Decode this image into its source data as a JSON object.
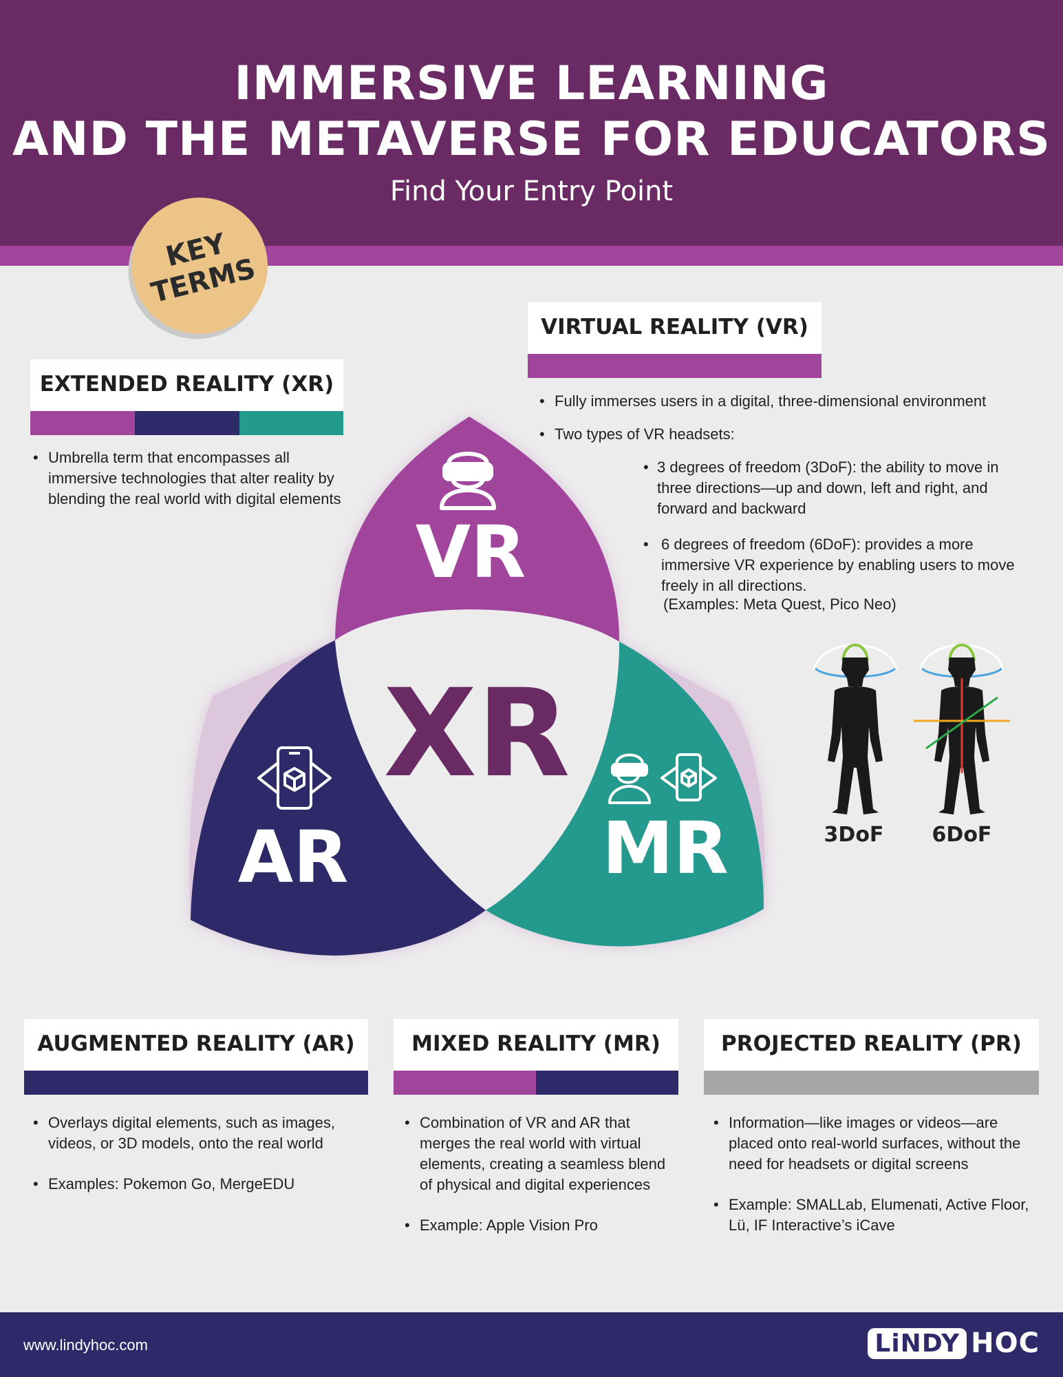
{
  "header": {
    "title_line1": "IMMERSIVE LEARNING",
    "title_line2": "AND THE METAVERSE FOR EDUCATORS",
    "subtitle": "Find Your Entry Point"
  },
  "badge": {
    "line1": "KEY",
    "line2": "TERMS"
  },
  "colors": {
    "purple": "#a1459c",
    "navy": "#2e2a6a",
    "teal": "#249a8f",
    "gray": "#a6a6a6",
    "plum": "#6a2a63",
    "gold": "#ecc487"
  },
  "xr": {
    "title": "EXTENDED REALITY (XR)",
    "bullets": [
      "Umbrella term that encompasses all immersive technologies that alter reality by blending the real world with digital elements"
    ]
  },
  "vr": {
    "title": "VIRTUAL REALITY (VR)",
    "bullets": [
      "Fully immerses users in a digital, three-dimensional environment",
      "Two types of VR headsets:"
    ],
    "sub_bullets": [
      "3 degrees of freedom (3DoF): the ability to move in three directions—up and down, left and right, and forward and backward",
      "6 degrees of freedom (6DoF): provides a more immersive VR experience by enabling users to move freely in all directions."
    ],
    "examples": "(Examples: Meta Quest, Pico Neo)",
    "fig_labels": [
      "3DoF",
      "6DoF"
    ]
  },
  "venn": {
    "top": "VR",
    "left": "AR",
    "right": "MR",
    "center": "XR",
    "icons": [
      "vr-headset-user-icon",
      "ar-phone-cube-icon",
      "mr-headset-phone-icon"
    ]
  },
  "ar": {
    "title": "AUGMENTED REALITY (AR)",
    "bullets": [
      "Overlays digital elements, such as images, videos, or 3D models, onto the real world",
      "Examples: Pokemon Go, MergeEDU"
    ]
  },
  "mr": {
    "title": "MIXED REALITY (MR)",
    "bullets": [
      "Combination of VR and AR that merges the real world with virtual elements, creating a seamless blend of physical and digital experiences",
      "Example: Apple Vision Pro"
    ]
  },
  "pr": {
    "title": "PROJECTED REALITY (PR)",
    "bullets": [
      "Information—like images or videos—are placed onto real-world surfaces, without the need for headsets or digital screens",
      "Example: SMALLab, Elumenati, Active Floor, Lü, IF Interactive’s iCave"
    ]
  },
  "footer": {
    "url": "www.lindyhoc.com",
    "logo_left": "LiNDY",
    "logo_right": "HOC"
  }
}
